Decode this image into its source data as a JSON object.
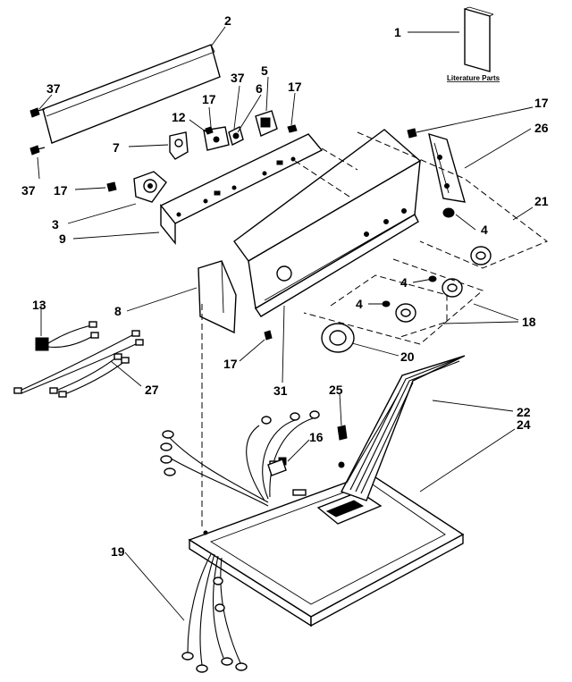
{
  "diagram": {
    "literature_caption": "Literature Parts",
    "callouts": {
      "c1": "1",
      "c2": "2",
      "c37a": "37",
      "c37b": "37",
      "c37c": "37",
      "c17a": "17",
      "c5": "5",
      "c6": "6",
      "c17b": "17",
      "c17c": "17",
      "c12": "12",
      "c7": "7",
      "c26": "26",
      "c17d": "17",
      "c3": "3",
      "c9": "9",
      "c21": "21",
      "c4a": "4",
      "c4b": "4",
      "c4c": "4",
      "c13": "13",
      "c8": "8",
      "c18": "18",
      "c17e": "17",
      "c20": "20",
      "c27": "27",
      "c31": "31",
      "c25": "25",
      "c22": "22",
      "c24": "24",
      "c16": "16",
      "c19": "19"
    }
  }
}
